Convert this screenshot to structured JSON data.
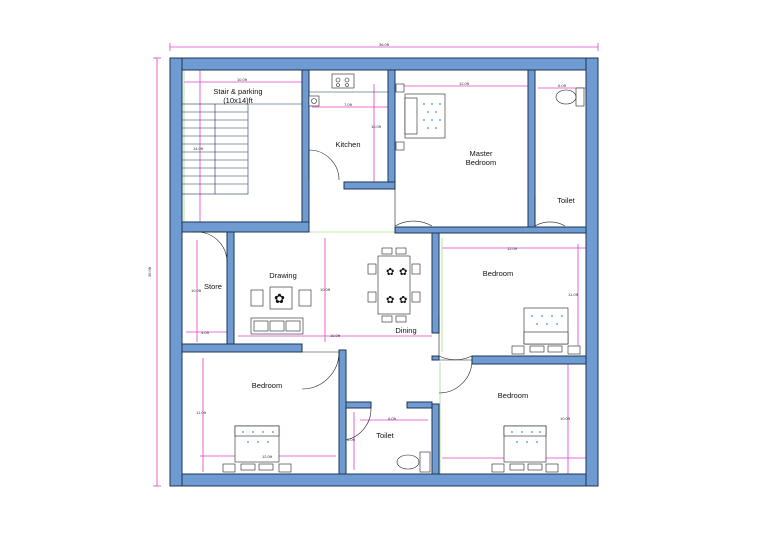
{
  "plan": {
    "overall_width": "36.0ft",
    "overall_height": "36.0ft",
    "rooms": {
      "stair_name": "Stair & parking",
      "stair_size": "(10x14)ft",
      "kitchen": "Kitchen",
      "master_line1": "Master",
      "master_line2": "Bedroom",
      "toilet_top": "Toilet",
      "drawing": "Drawing",
      "store": "Store",
      "dining": "Dining",
      "bedroom_right": "Bedroom",
      "bedroom_bottom_left": "Bedroom",
      "toilet_bottom": "Toilet",
      "bedroom_bottom_right": "Bedroom"
    },
    "dims": {
      "stair_w": "10.0ft",
      "stair_h": "14.0ft",
      "kitchen_w": "7.0ft",
      "kitchen_h": "10.0ft",
      "master_w": "12.0ft",
      "toilet_top_w": "6.0ft",
      "bed_right_w": "12.0ft",
      "bed_right_h": "11.0ft",
      "store_h": "10.0ft",
      "store_w": "4.0ft",
      "drawing_h": "10.0ft",
      "dining_w": "10.0ft",
      "bed_bl_h": "11.0ft",
      "bed_bl_w": "12.0ft",
      "toilet_bottom_w": "6.0ft",
      "toilet_bottom_h": "6.0ft",
      "bed_br_h": "10.0ft"
    }
  },
  "colors": {
    "wall": "#6e9bd1",
    "wall_outline": "#1d3554",
    "dimension": "#e040c8",
    "guide": "#8ad06a",
    "bed_dot": "#3a8fd6"
  }
}
